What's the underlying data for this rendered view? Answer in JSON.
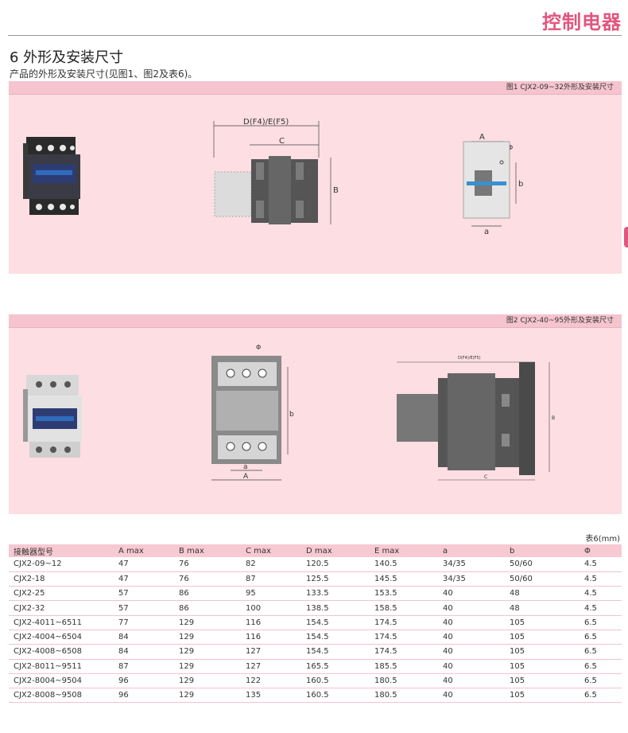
{
  "header": {
    "brand": "控制电器"
  },
  "section": {
    "title": "6 外形及安装尺寸",
    "intro": "产品的外形及安装尺寸(见图1、图2及表6)。"
  },
  "figures": [
    {
      "caption": "图1 CJX2-09~32外形及安装尺寸",
      "labels": {
        "outer_width": "D(F4)/E(F5)",
        "body_width": "C",
        "height": "B",
        "mount_width": "A",
        "hole": "Φ",
        "hole_vertical": "b",
        "hole_horizontal": "a"
      }
    },
    {
      "caption": "图2 CJX2-40~95外形及安装尺寸",
      "labels": {
        "hole": "Φ",
        "hole_vertical": "b",
        "hole_horizontal": "a",
        "mount_width": "A",
        "outer_width": "D(F4)/E(F5)",
        "height": "B",
        "body_width": "C"
      }
    }
  ],
  "colors": {
    "accent": "#e2557e",
    "panel_bg": "#fcdee3",
    "panel_head": "#f5c4cf",
    "table_head": "#f7c9d3"
  },
  "table": {
    "unit": "表6(mm)",
    "headers": [
      "接触器型号",
      "A max",
      "B max",
      "C max",
      "D max",
      "E max",
      "a",
      "b",
      "Φ"
    ],
    "rows": [
      [
        "CJX2-09~12",
        "47",
        "76",
        "82",
        "120.5",
        "140.5",
        "34/35",
        "50/60",
        "4.5"
      ],
      [
        "CJX2-18",
        "47",
        "76",
        "87",
        "125.5",
        "145.5",
        "34/35",
        "50/60",
        "4.5"
      ],
      [
        "CJX2-25",
        "57",
        "86",
        "95",
        "133.5",
        "153.5",
        "40",
        "48",
        "4.5"
      ],
      [
        "CJX2-32",
        "57",
        "86",
        "100",
        "138.5",
        "158.5",
        "40",
        "48",
        "4.5"
      ],
      [
        "CJX2-4011~6511",
        "77",
        "129",
        "116",
        "154.5",
        "174.5",
        "40",
        "105",
        "6.5"
      ],
      [
        "CJX2-4004~6504",
        "84",
        "129",
        "116",
        "154.5",
        "174.5",
        "40",
        "105",
        "6.5"
      ],
      [
        "CJX2-4008~6508",
        "84",
        "129",
        "127",
        "154.5",
        "174.5",
        "40",
        "105",
        "6.5"
      ],
      [
        "CJX2-8011~9511",
        "87",
        "129",
        "127",
        "165.5",
        "185.5",
        "40",
        "105",
        "6.5"
      ],
      [
        "CJX2-8004~9504",
        "96",
        "129",
        "122",
        "160.5",
        "180.5",
        "40",
        "105",
        "6.5"
      ],
      [
        "CJX2-8008~9508",
        "96",
        "129",
        "135",
        "160.5",
        "180.5",
        "40",
        "105",
        "6.5"
      ]
    ]
  }
}
